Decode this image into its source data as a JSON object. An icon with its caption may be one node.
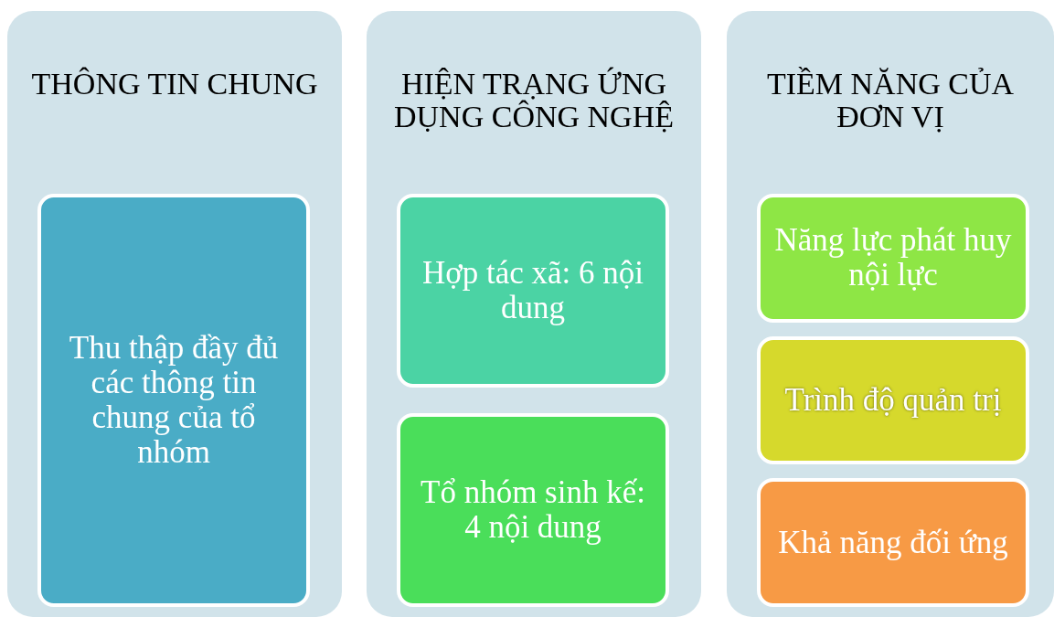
{
  "diagram": {
    "nodes": [
      {
        "text": [
          "THÔNG TIN CHUNG"
        ]
      },
      {
        "text": [
          "Thu thập đầy đủ các thông tin chung của tổ nhóm"
        ],
        "in": 0
      },
      {
        "text": [
          "HIỆN TRẠNG ỨNG DỤNG CÔNG NGHỆ"
        ]
      },
      {
        "text": [
          "Hợp tác xã: 6 nội dung"
        ],
        "in": 2
      },
      {
        "text": [
          "Tổ nhóm sinh kế: 4 nội dung"
        ],
        "in": 2
      },
      {
        "text": [
          "TIỀM NĂNG CỦA ĐƠN VỊ"
        ]
      },
      {
        "text": [
          "Năng lực phát huy nội lực"
        ],
        "in": 5
      },
      {
        "text": [
          "Trình độ quản trị"
        ],
        "in": 5
      },
      {
        "text": [
          "Khả năng đối ứng"
        ],
        "in": 5
      }
    ],
    "edges": []
  }
}
